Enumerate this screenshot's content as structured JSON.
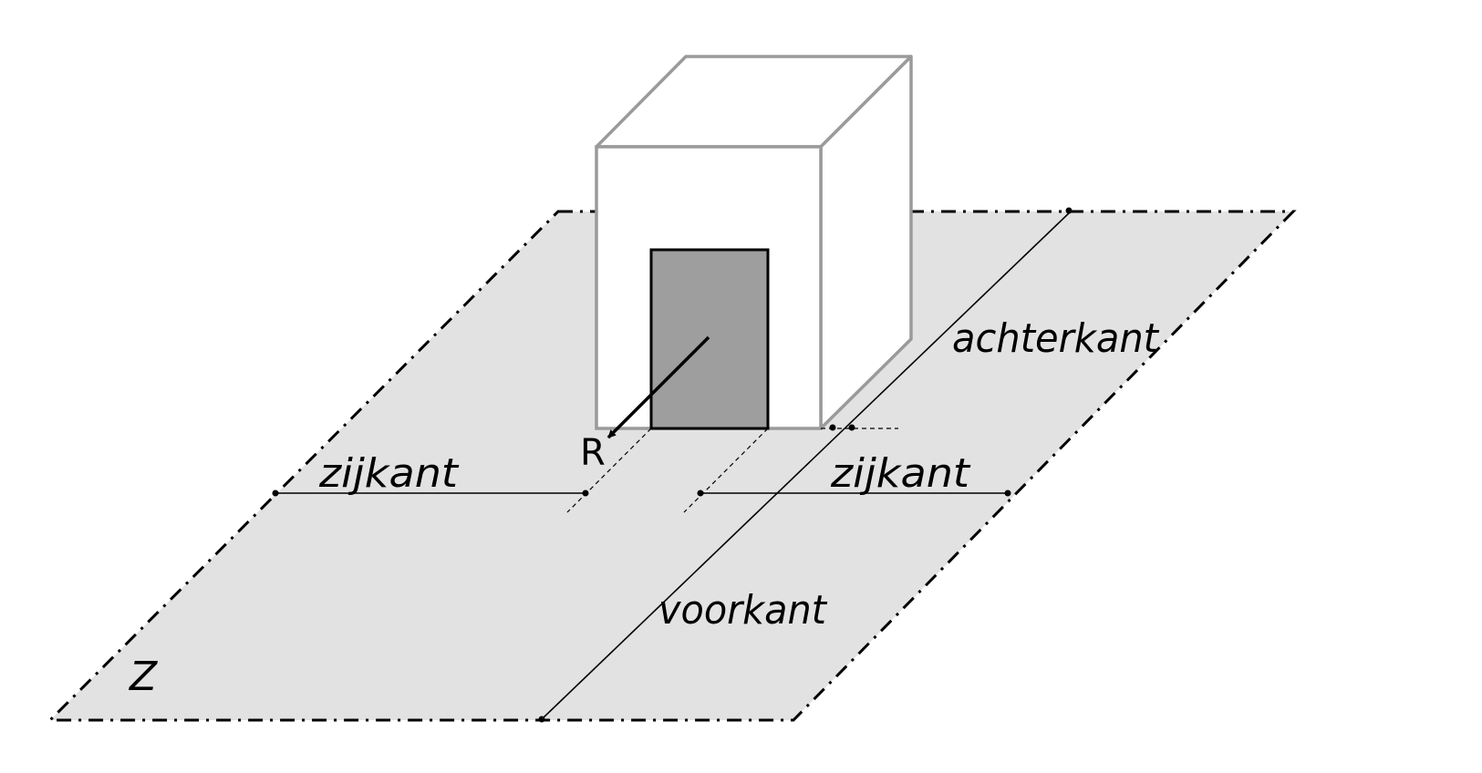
{
  "diagram": {
    "labels": {
      "back": "achterkant",
      "side_left": "zijkant",
      "side_right": "zijkant",
      "front": "voorkant",
      "plane": "Z",
      "point": "R"
    },
    "colors": {
      "plane_fill": "#e2e2e2",
      "box_edge": "#9a9a9a",
      "box_face": "#ffffff",
      "door_fill": "#9e9e9e",
      "line": "#000000"
    }
  }
}
